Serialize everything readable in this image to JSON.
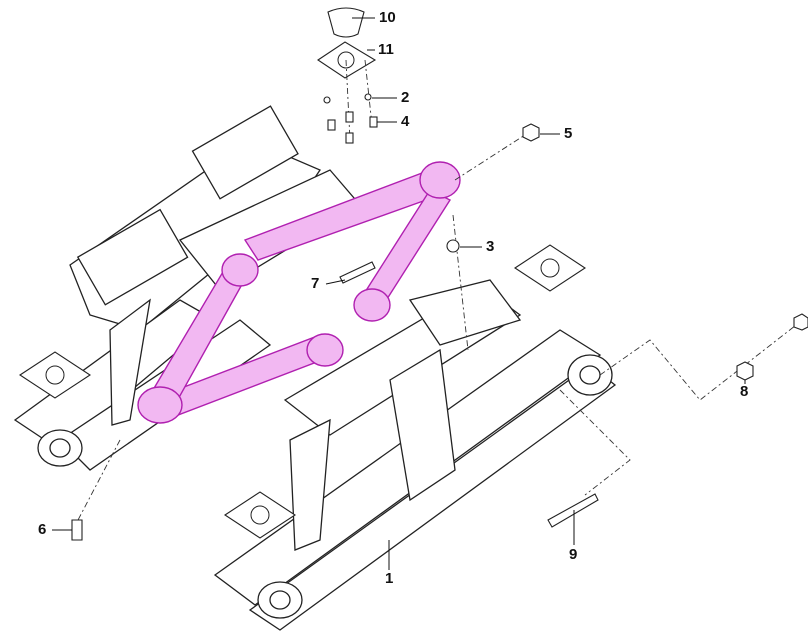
{
  "diagram": {
    "callouts": [
      {
        "id": "10",
        "label": "10"
      },
      {
        "id": "11",
        "label": "11"
      },
      {
        "id": "2",
        "label": "2"
      },
      {
        "id": "4",
        "label": "4"
      },
      {
        "id": "5",
        "label": "5"
      },
      {
        "id": "3",
        "label": "3"
      },
      {
        "id": "7",
        "label": "7"
      },
      {
        "id": "8",
        "label": "8"
      },
      {
        "id": "6",
        "label": "6"
      },
      {
        "id": "9",
        "label": "9"
      },
      {
        "id": "1",
        "label": "1"
      }
    ],
    "colors": {
      "highlight": "#c030c0",
      "line": "#222222"
    }
  }
}
